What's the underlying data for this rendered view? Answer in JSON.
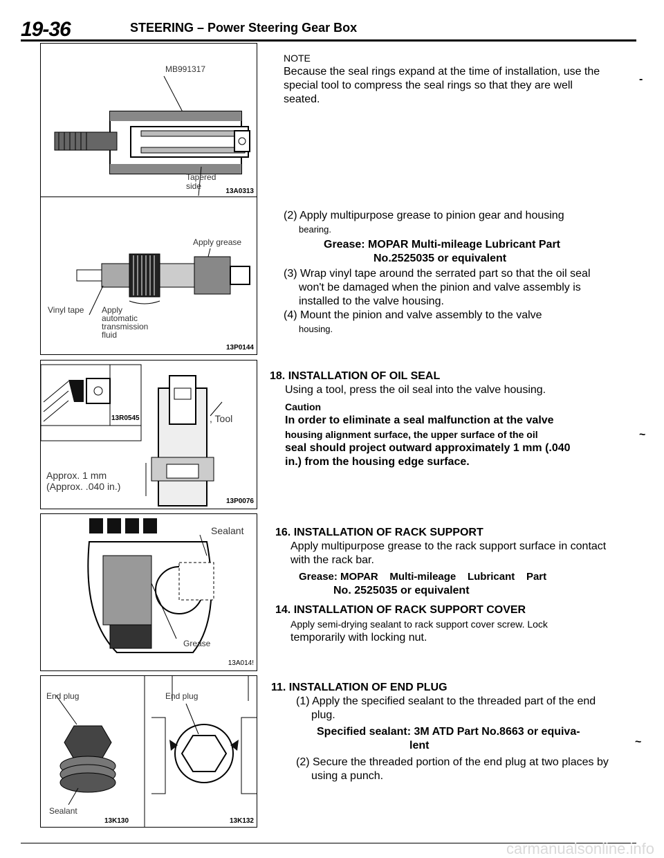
{
  "header": {
    "page_number": "19-36",
    "title": "STEERING – Power Steering Gear Box"
  },
  "figures": {
    "f1": {
      "tool": "MB991317",
      "side_1": "Tapered",
      "side_2": "side",
      "code": "13A0313"
    },
    "f2": {
      "apply_grease": "Apply grease",
      "vinyl": "Vinyl tape",
      "atf_1": "Apply",
      "atf_2": "automatic",
      "atf_3": "transmission",
      "atf_4": "fluid",
      "code": "13P0144"
    },
    "f3": {
      "inset_code": "13R0545",
      "tool": ", Tool",
      "approx_1": "Approx. 1 mm",
      "approx_2": "(Approx. .040 in.)",
      "code": "13P0076"
    },
    "f4": {
      "sealant": "Sealant",
      "grease": "Grease",
      "code": "13A014!"
    },
    "f5": {
      "end_plug_left": "End plug",
      "sealant": "Sealant",
      "end_plug_right": "End plug",
      "code_left": "13K130",
      "code_right": "13K132"
    }
  },
  "text": {
    "note_label": "NOTE",
    "note_body": "Because the seal rings expand at the time of installation, use the special tool to compress the seal rings so that they are well seated.",
    "s2_main": "(2) Apply multipurpose grease to pinion gear and housing",
    "s2_tail": "bearing.",
    "s2_grease_1": "Grease: MOPAR Multi-mileage Lubricant Part",
    "s2_grease_2": "No.2525035 or equivalent",
    "s3": "(3) Wrap vinyl tape around the serrated part so that the oil seal won't be damaged when the pinion and valve assembly is installed to the valve housing.",
    "s4_main": "(4) Mount the pinion and valve assembly to the valve",
    "s4_tail": "housing.",
    "h18": "18. INSTALLATION OF OIL SEAL",
    "p18": "Using a tool, press the oil seal into the valve housing.",
    "caution_label": "Caution",
    "caution_1": "In order to eliminate a seal malfunction at the valve",
    "caution_2": "housing alignment surface, the upper surface of the oil",
    "caution_3": "seal should project outward approximately 1 mm (.040",
    "caution_4": "in.) from the housing edge surface.",
    "h16": "16. INSTALLATION OF RACK SUPPORT",
    "p16": "Apply multipurpose grease to the rack support surface in contact with the rack bar.",
    "g16_1": "Grease: MOPAR    Multi-mileage    Lubricant    Part",
    "g16_2": "No. 2525035 or equivalent",
    "h14": "14. INSTALLATION OF RACK SUPPORT COVER",
    "p14_1": "Apply semi-drying sealant to rack support cover screw. Lock",
    "p14_2": "temporarily with locking nut.",
    "h11": "11. INSTALLATION OF END PLUG",
    "s11_1": "(1) Apply the specified sealant to the threaded part of the end plug.",
    "sealant_1": "Specified sealant: 3M ATD Part No.8663 or equiva-",
    "sealant_2": "lent",
    "s11_2": "(2) Secure the threaded portion of the end plug at two places by using a punch."
  },
  "footer": {
    "watermark": "carmanualsonline.info"
  }
}
